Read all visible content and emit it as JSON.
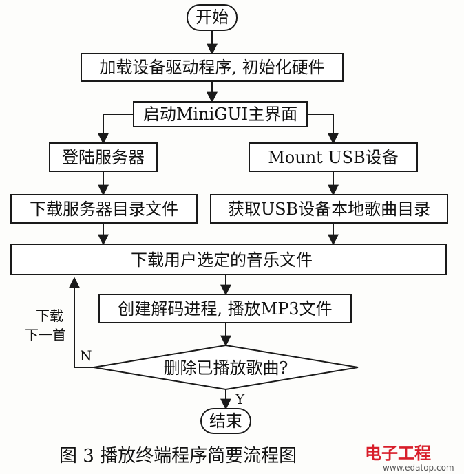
{
  "nodes": {
    "start": "开始",
    "load_drivers": "加载设备驱动程序, 初始化硬件",
    "start_minigui": "启动MiniGUI主界面",
    "login_server": "登陆服务器",
    "mount_usb": "Mount USB设备",
    "download_server_dir": "下载服务器目录文件",
    "get_usb_dir": "获取USB设备本地歌曲目录",
    "download_selected": "下载用户选定的音乐文件",
    "decode_play": "创建解码进程, 播放MP3文件",
    "delete_question": "删除已播放歌曲?",
    "end": "结束"
  },
  "edge_labels": {
    "no": "N",
    "yes": "Y",
    "next_song_line1": "下载",
    "next_song_line2": "下一首"
  },
  "caption": "图 3  播放终端程序简要流程图",
  "watermark": {
    "brand": "电子工程",
    "url": "www.edatop.com",
    "color": "#d81e2a"
  }
}
